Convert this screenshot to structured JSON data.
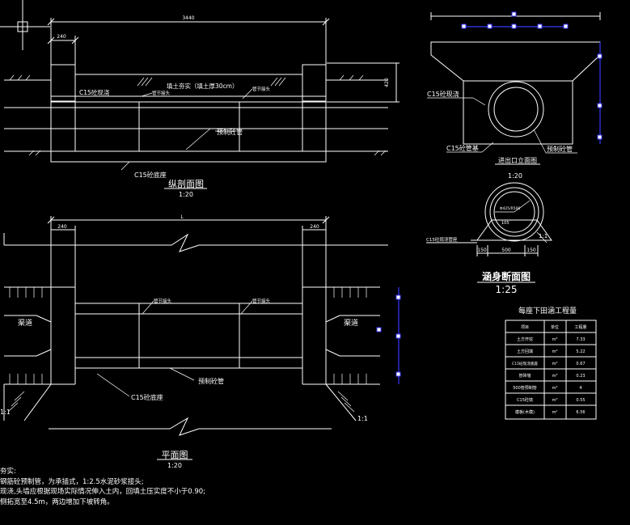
{
  "colors": {
    "background": "#000000",
    "line": "#ffffff",
    "selection": "#3838ff"
  },
  "longitudinal": {
    "title": "纵剖面图",
    "scale": "1:20",
    "dim_total": "3440",
    "dim_end": "240",
    "dim_height": "420",
    "fill_note": "填土夯实（填土厚30cm）",
    "label_c15_cast": "C15砼现浇",
    "label_joint_1": "管节接头",
    "label_joint_2": "管节接头",
    "label_precast": "预制砼管",
    "label_base": "C15砼底座"
  },
  "plan": {
    "title": "平面图",
    "scale": "1:20",
    "dim_total": "L",
    "dim_end_left": "240",
    "dim_end_right": "240",
    "label_channel_left": "渠道",
    "label_channel_right": "渠道",
    "label_joint_1": "管节接头",
    "label_joint_2": "管节接头",
    "label_precast": "预制砼管",
    "label_base": "C15砼底座",
    "slope_left": "1:1",
    "slope_right": "1:1"
  },
  "elevation": {
    "title": "进出口立面图",
    "scale": "1:20",
    "label_c15_cast": "C15砼现浇",
    "label_base": "C15砼管基",
    "label_pipe": "预制砼管"
  },
  "section": {
    "title": "涵身断面图",
    "scale": "1:25",
    "dim_r": "Φ425/R500",
    "dim_angle": "105",
    "label_base": "C15砼现浇管座",
    "dim_left": "150",
    "dim_mid": "500",
    "dim_right": "150",
    "label_slope": "1:1"
  },
  "quantities": {
    "title": "每座下田涵工程量",
    "headers": [
      "项目",
      "单位",
      "工程量"
    ],
    "rows": [
      [
        "土方开挖",
        "m³",
        "7.33"
      ],
      [
        "土方回填",
        "m³",
        "5.22"
      ],
      [
        "C15砼现浇底座",
        "m³",
        "0.67"
      ],
      [
        "管砖墙",
        "m³",
        "0.23"
      ],
      [
        "500管预制管",
        "m³",
        "4"
      ],
      [
        "C15砼墙",
        "m³",
        "0.55"
      ],
      [
        "模板(木模)",
        "m²",
        "6.56"
      ]
    ]
  },
  "notes": [
    "夯实:",
    "钢筋砼预制管，为承插式，1:2.5水泥砂浆接头;",
    "现浇,头墙应根据现场实际情况伸入土内，回填土压实度不小于0.90;",
    "侧拓宽至4.5m，两边增加下坡转角。"
  ]
}
